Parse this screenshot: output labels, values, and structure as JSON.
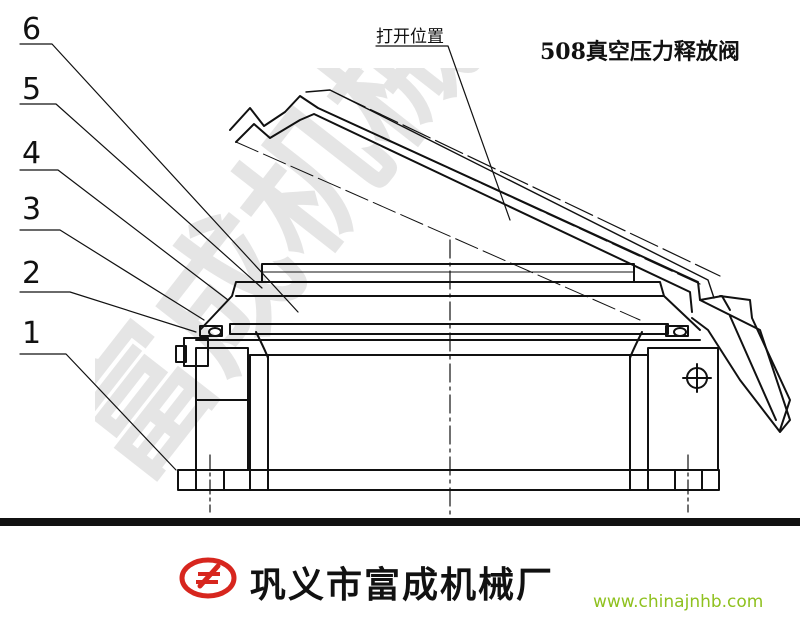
{
  "title": "508真空压力释放阀",
  "open_position_label": "打开位置",
  "part_numbers": [
    "6",
    "5",
    "4",
    "3",
    "2",
    "1"
  ],
  "watermark_text": "富成机械",
  "footer": {
    "company_name": "巩义市富成机械厂",
    "website": "www.chinajnhb.com"
  },
  "colors": {
    "line": "#111111",
    "website": "#8fc11f",
    "logo_red": "#d7261e",
    "watermark": "#c8c8c8"
  }
}
